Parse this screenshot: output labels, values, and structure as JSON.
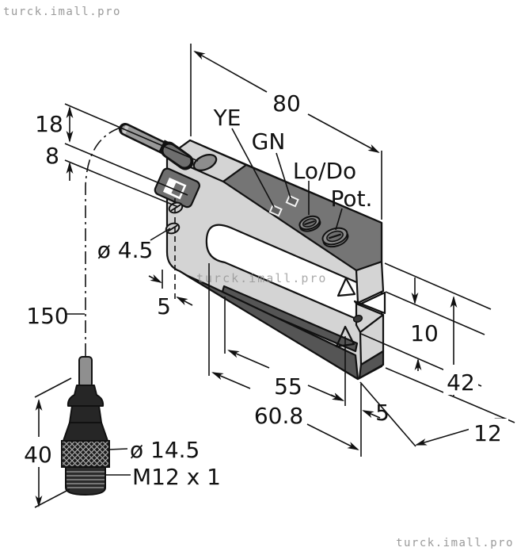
{
  "drawing": {
    "watermark": "turck.imall.pro",
    "labels": {
      "ye": "YE",
      "gn": "GN",
      "lodo": "Lo/Do",
      "pot": "Pot."
    },
    "dimensions": {
      "height_18": "18",
      "height_8": "8",
      "length_80": "80",
      "hole_dia": "ø 4.5",
      "offset_5_left": "5",
      "cable_150": "150",
      "conn_40": "40",
      "conn_dia": "ø 14.5",
      "conn_thread": "M12 x 1",
      "slot_55": "55",
      "len_608": "60.8",
      "offset_5_right": "5",
      "gap_10": "10",
      "height_42": "42",
      "depth_12": "12"
    },
    "colors": {
      "body_light": "#d4d4d4",
      "body_dark": "#757575",
      "shadow": "#555555",
      "outline": "#111111"
    }
  }
}
